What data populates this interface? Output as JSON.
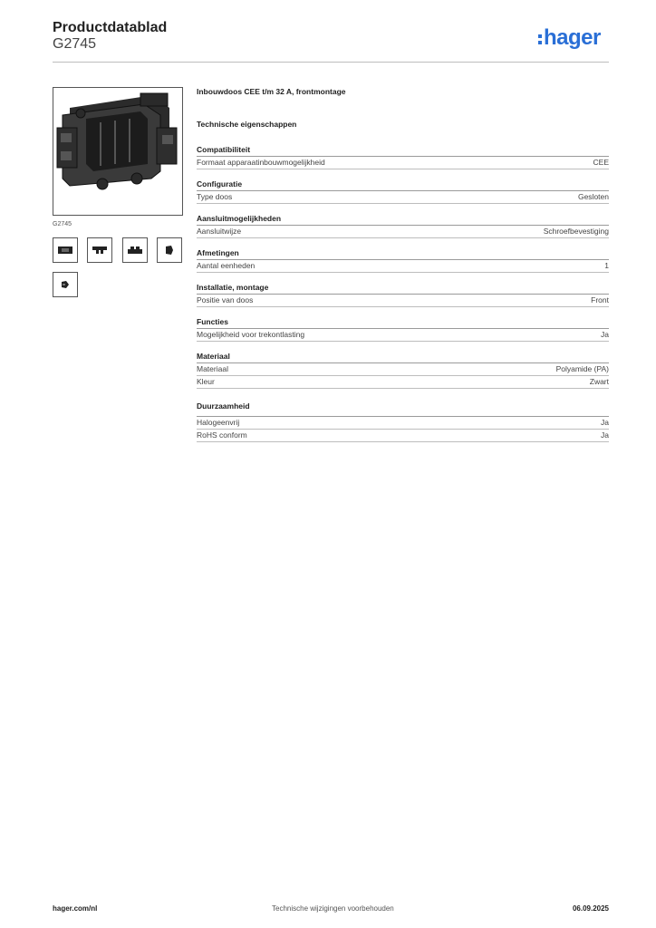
{
  "header": {
    "title": "Productdatablad",
    "product_code": "G2745",
    "logo_text": "hager",
    "brand_color": "#2a6fd6"
  },
  "image": {
    "caption": "G2745",
    "thumbnails": [
      "front-view-icon",
      "top-view-icon",
      "side-view-icon",
      "corner-view-icon",
      "detail-view-icon"
    ]
  },
  "specs": {
    "description": "Inbouwdoos CEE t/m 32 A, frontmontage",
    "heading": "Technische eigenschappen",
    "groups": [
      {
        "title": "Compatibiliteit",
        "rows": [
          {
            "label": "Formaat apparaatinbouwmogelijkheid",
            "value": "CEE"
          }
        ]
      },
      {
        "title": "Configuratie",
        "rows": [
          {
            "label": "Type doos",
            "value": "Gesloten"
          }
        ]
      },
      {
        "title": "Aansluitmogelijkheden",
        "rows": [
          {
            "label": "Aansluitwijze",
            "value": "Schroefbevestiging"
          }
        ]
      },
      {
        "title": "Afmetingen",
        "rows": [
          {
            "label": "Aantal eenheden",
            "value": "1"
          }
        ]
      },
      {
        "title": "Installatie, montage",
        "rows": [
          {
            "label": "Positie van doos",
            "value": "Front"
          }
        ]
      },
      {
        "title": "Functies",
        "rows": [
          {
            "label": "Mogelijkheid voor trekontlasting",
            "value": "Ja"
          }
        ]
      },
      {
        "title": "Materiaal",
        "rows": [
          {
            "label": "Materiaal",
            "value": "Polyamide (PA)"
          },
          {
            "label": "Kleur",
            "value": "Zwart"
          }
        ]
      },
      {
        "title": "Duurzaamheid",
        "rows": [
          {
            "label": "Halogeenvrij",
            "value": "Ja"
          },
          {
            "label": "RoHS conform",
            "value": "Ja"
          }
        ]
      }
    ]
  },
  "footer": {
    "website": "hager.com/nl",
    "notice": "Technische wijzigingen voorbehouden",
    "date": "06.09.2025"
  }
}
